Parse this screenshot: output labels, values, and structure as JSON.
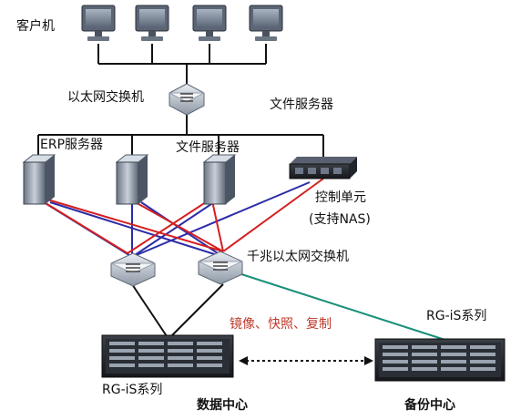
{
  "labels": {
    "clients": "客户机",
    "ethernet_switch": "以太网交换机",
    "file_server_top": "文件服务器",
    "erp_server": "ERP服务器",
    "file_server": "文件服务器",
    "control_unit": "控制单元",
    "nas_support": "(支持NAS)",
    "gigabit_switch": "千兆以太网交换机",
    "replication": "镜像、快照、复制",
    "rg_series_right": "RG-iS系列",
    "rg_series_left": "RG-iS系列",
    "data_center": "数据中心",
    "backup_center": "备份中心"
  },
  "colors": {
    "red_link": "#d42020",
    "blue_link": "#2c2ca8",
    "teal_link": "#1a8f7a",
    "black_link": "#111111",
    "label_red": "#c0392b"
  },
  "icons": {
    "client": "desktop-computer-icon",
    "switch": "network-switch-icon",
    "server": "tower-server-icon",
    "controller": "rack-controller-icon",
    "storage": "storage-array-icon"
  }
}
